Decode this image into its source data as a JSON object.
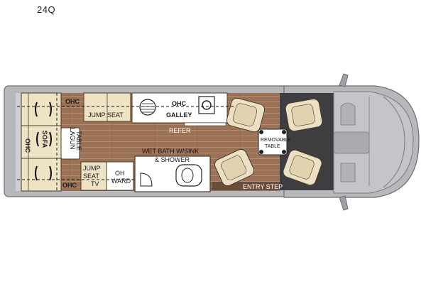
{
  "model": "24Q",
  "labels": {
    "ohc_top": "OHC",
    "jump_seat_top": "JUMP SEAT",
    "ohc_galley_1": "OHC",
    "ohc_galley_2": "GALLEY",
    "refer": "REFER",
    "ohc_sofa_1": "OHC",
    "ohc_sofa_2": "SOFA",
    "lagun_1": "LAGUN",
    "lagun_2": "TABLE",
    "jump_seat_tv_1": "JUMP",
    "jump_seat_tv_2": "SEAT",
    "jump_seat_tv_3": "TV",
    "oh_ward_1": "OH",
    "oh_ward_2": "WARD",
    "wet_bath_1": "WET BATH W/SINK",
    "wet_bath_2": "& SHOWER",
    "removable_1": "REMOVABLE",
    "removable_2": "TABLE",
    "ohc_bottom": "OHC",
    "entry_step": "ENTRY STEP"
  },
  "colors": {
    "wall": "#a8a8ac",
    "floor": "#9a7055",
    "cabinet": "#efe3c6",
    "seat": "#ece0c4",
    "cab_dark": "#3c3c3c"
  }
}
